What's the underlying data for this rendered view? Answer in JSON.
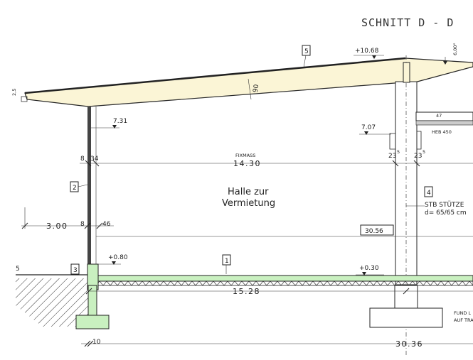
{
  "title": "SCHNITT D   - D",
  "room": {
    "line1": "Halle zur",
    "line2": "Vermietung"
  },
  "levels": {
    "ridge": "+10.68",
    "eave": "7.31",
    "beam": "7.07",
    "slab_left": "+0.80",
    "slab_mid": "+0.30"
  },
  "dimensions": {
    "main_span": "14.30",
    "fixmass": "FIXMASS",
    "left_a": "8",
    "left_b": "34",
    "col_a": "23",
    "col_a_sup": "5",
    "col_b": "23",
    "col_b_sup": "5",
    "height_left": "3.00",
    "wall_a": "8",
    "wall_b": "46",
    "box_value": "30.56",
    "bottom_span": "15.28",
    "overall_a": "10",
    "overall_b": "30.36",
    "roof_thickness": "90",
    "slope": "6,00°",
    "eave_small": "2,5",
    "ground_mark": "5"
  },
  "markers": [
    "5",
    "2",
    "4",
    "3",
    "1"
  ],
  "labels": {
    "column_1": "STB STÜTZE",
    "column_2": "d= 65/65 cm",
    "beam_profile": "HEB 450",
    "beam_small": "47",
    "foundation_1": "FUND L",
    "foundation_2": "AUF TRA"
  },
  "colors": {
    "roof_fill": "#fbf5d6",
    "slab_fill": "#c9f0c0",
    "line": "#222222"
  }
}
